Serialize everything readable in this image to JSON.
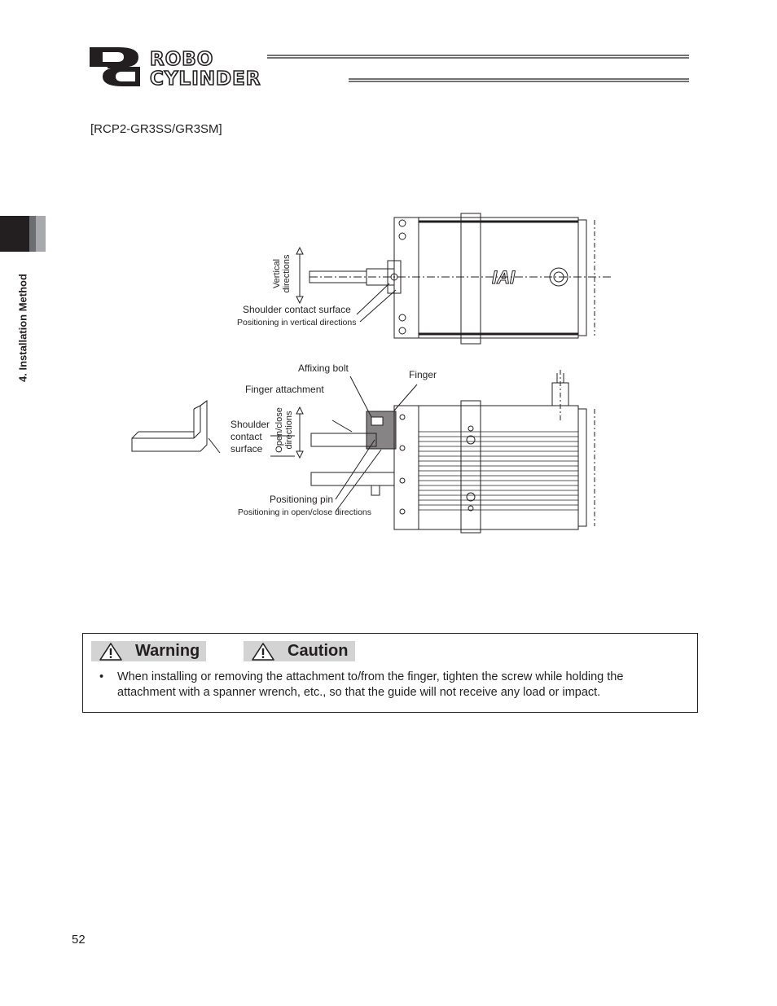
{
  "header": {
    "logo_word_top": "ROBO",
    "logo_word_bottom": "CYLINDER"
  },
  "model_title": "[RCP2-GR3SS/GR3SM]",
  "side_tab": {
    "chapter_label": "4. Installation Method"
  },
  "diagram": {
    "body_mark": "IAI",
    "top_view": {
      "vertical_directions": [
        "Vertical",
        "directions"
      ],
      "shoulder_contact_surface": "Shoulder contact surface",
      "positioning_vertical": "Positioning in vertical directions"
    },
    "bottom_view": {
      "affixing_bolt": "Affixing bolt",
      "finger": "Finger",
      "finger_attachment": "Finger attachment",
      "shoulder_contact_surface_lines": [
        "Shoulder",
        "contact",
        "surface"
      ],
      "open_close_directions": [
        "Open/close",
        "directions"
      ],
      "positioning_pin": "Positioning pin",
      "positioning_open_close": "Positioning in open/close directions"
    }
  },
  "notice": {
    "warning_label": "Warning",
    "caution_label": "Caution",
    "item": "When installing or removing the attachment to/from the finger, tighten the screw while holding the attachment with a spanner wrench, etc., so that the guide will not receive any load or impact."
  },
  "page_number": "52"
}
